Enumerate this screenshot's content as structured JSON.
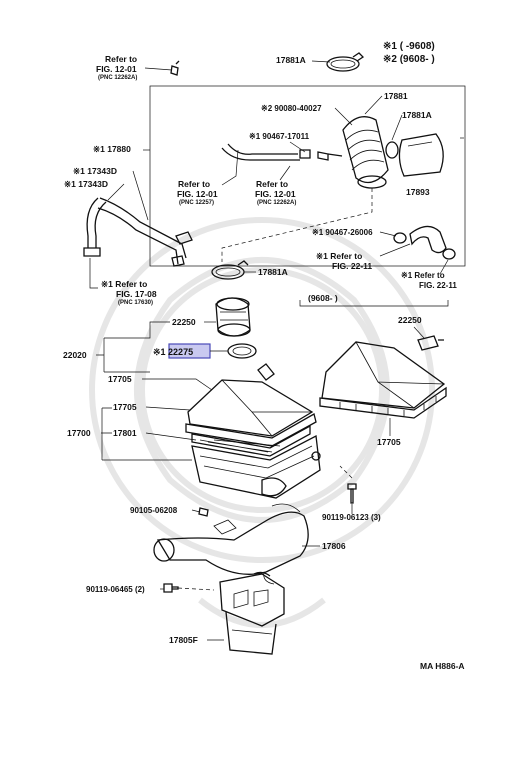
{
  "legend": {
    "line1": "※1 ( -9608)",
    "line2": "※2 (9608- )"
  },
  "labels": {
    "refer_fig_12_01_top": "Refer to",
    "refer_fig_12_01_top_fig": "FIG. 12-01",
    "refer_fig_12_01_top_pnc": "(PNC 12262A)",
    "p17881A_top": "17881A",
    "p90080": "※2 90080-40027",
    "p17881": "17881",
    "p17881A_mid": "17881A",
    "p90467_17011": "※1 90467-17011",
    "p17880": "※1 17880",
    "p17343D_a": "※1 17343D",
    "p17343D_b": "※1 17343D",
    "refer_12_01_a": "Refer to",
    "refer_12_01_a_fig": "FIG. 12-01",
    "refer_12_01_a_pnc": "(PNC 12257)",
    "refer_12_01_b": "Refer to",
    "refer_12_01_b_fig": "FIG. 12-01",
    "refer_12_01_b_pnc": "(PNC 12262A)",
    "p17893": "17893",
    "p90467_26006": "※1 90467-26006",
    "refer_22_11_a": "※1 Refer to",
    "refer_22_11_a_fig": "FIG. 22-11",
    "refer_22_11_b": "※1 Refer to",
    "refer_22_11_b_fig": "FIG. 22-11",
    "p17881A_low": "17881A",
    "refer_17_08": "※1 Refer to",
    "refer_17_08_fig": "FIG. 17-08",
    "refer_17_08_pnc": "(PNC 17630)",
    "range_9608": "(9608- )",
    "p22250_left": "22250",
    "p22250_right": "22250",
    "p22275": "※1 22275",
    "p22020": "22020",
    "p17705_a": "17705",
    "p17705_b": "17705",
    "p17705_right": "17705",
    "p17700": "17700",
    "p17801": "17801",
    "p90105": "90105-06208",
    "p90119_06123": "90119-06123 (3)",
    "p17806": "17806",
    "p90119_06465": "90119-06465 (2)",
    "p17805F": "17805F",
    "catalog_code": "MA H886-A"
  },
  "colors": {
    "ink": "#111111",
    "highlight_fill": "#c9c9f0",
    "highlight_border": "#4a4ab8",
    "watermark": "#e6e6e6"
  }
}
